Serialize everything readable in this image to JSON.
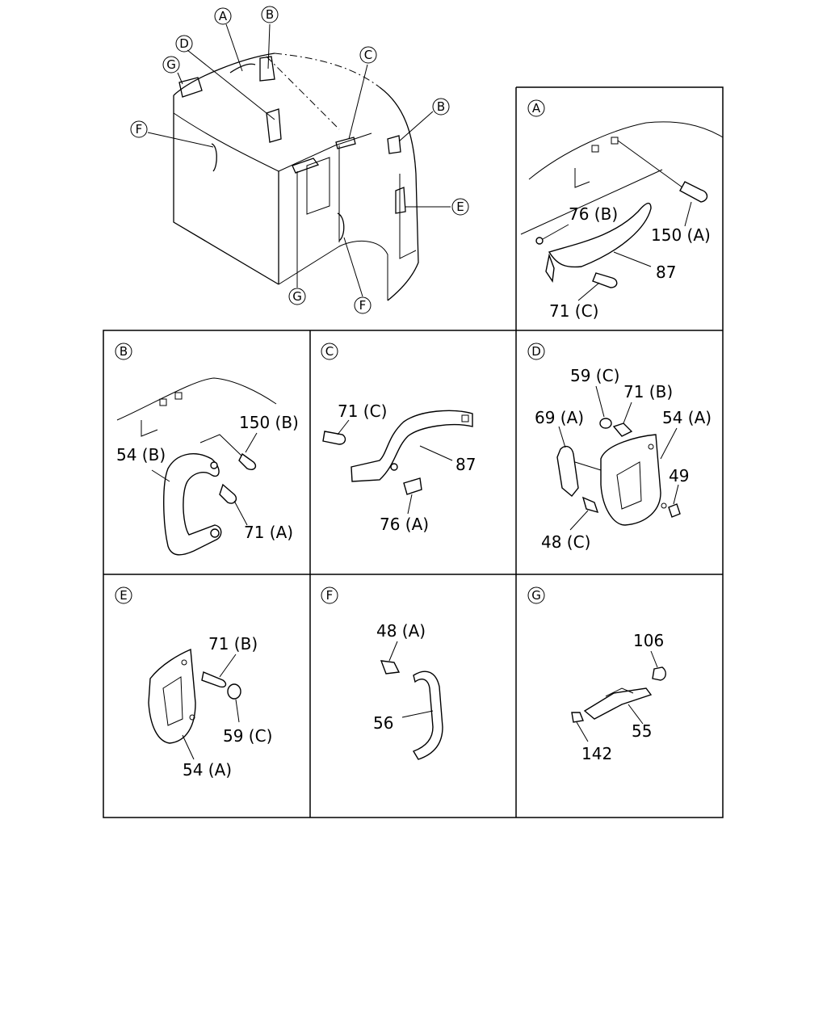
{
  "overview": {
    "callouts": {
      "a": "A",
      "b_left": "B",
      "b_right": "B",
      "c": "C",
      "d": "D",
      "e": "E",
      "f_left": "F",
      "f_bottom": "F",
      "g_top": "G",
      "g_bottom": "G"
    }
  },
  "panels": {
    "A": {
      "letter": "A",
      "labels": {
        "p76b": "76 (B)",
        "p150a": "150 (A)",
        "p87": "87",
        "p71c": "71 (C)"
      }
    },
    "B": {
      "letter": "B",
      "labels": {
        "p150b": "150 (B)",
        "p54b": "54 (B)",
        "p71a": "71 (A)"
      }
    },
    "C": {
      "letter": "C",
      "labels": {
        "p71c": "71 (C)",
        "p87": "87",
        "p76a": "76 (A)"
      }
    },
    "D": {
      "letter": "D",
      "labels": {
        "p59c": "59 (C)",
        "p71b": "71 (B)",
        "p69a": "69 (A)",
        "p54a": "54 (A)",
        "p49": "49",
        "p48c": "48 (C)"
      }
    },
    "E": {
      "letter": "E",
      "labels": {
        "p71b": "71 (B)",
        "p59c": "59 (C)",
        "p54a": "54 (A)"
      }
    },
    "F": {
      "letter": "F",
      "labels": {
        "p48a": "48 (A)",
        "p56": "56"
      }
    },
    "G": {
      "letter": "G",
      "labels": {
        "p106": "106",
        "p55": "55",
        "p142": "142"
      }
    }
  }
}
